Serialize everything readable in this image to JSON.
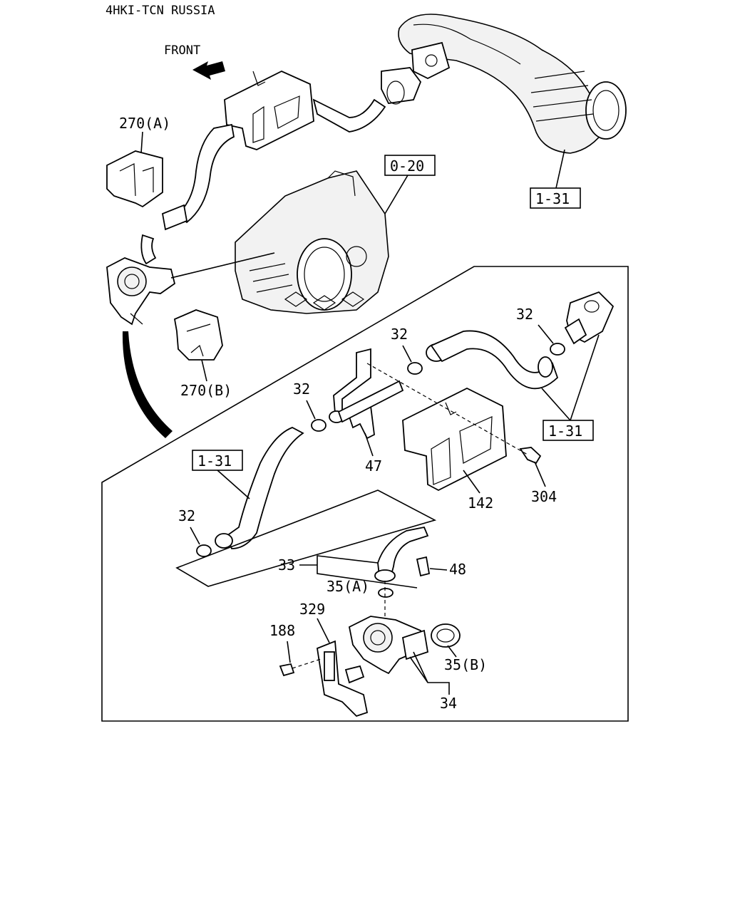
{
  "title": "4HKI-TCN RUSSIA",
  "direction": "FRONT",
  "labels": {
    "l270a": "270(A)",
    "l270b": "270(B)",
    "l020": "0-20",
    "l131_top": "1-31",
    "l131_right": "1-31",
    "l131_left": "1-31",
    "l32_a": "32",
    "l32_b": "32",
    "l32_c": "32",
    "l32_d": "32",
    "l47": "47",
    "l142": "142",
    "l304": "304",
    "l33": "33",
    "l35a": "35(A)",
    "l48": "48",
    "l329": "329",
    "l188": "188",
    "l35b": "35(B)",
    "l34": "34"
  }
}
